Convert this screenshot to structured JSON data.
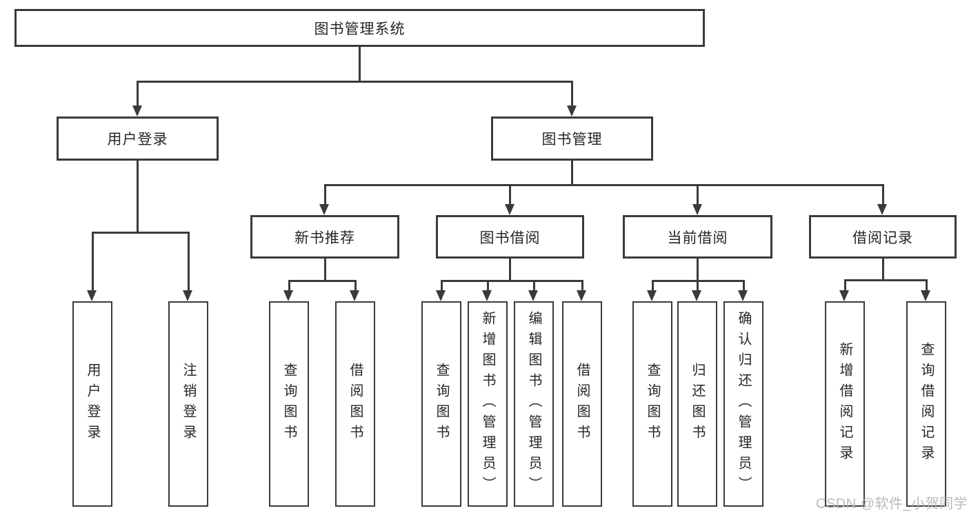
{
  "tree": {
    "label": "图书管理系统",
    "children": [
      {
        "label": "用户登录",
        "children": [
          {
            "label": "用户登录"
          },
          {
            "label": "注销登录"
          }
        ]
      },
      {
        "label": "图书管理",
        "children": [
          {
            "label": "新书推荐",
            "children": [
              {
                "label": "查询图书"
              },
              {
                "label": "借阅图书"
              }
            ]
          },
          {
            "label": "图书借阅",
            "children": [
              {
                "label": "查询图书"
              },
              {
                "label": "新增图书（管理员）"
              },
              {
                "label": "编辑图书（管理员）"
              },
              {
                "label": "借阅图书"
              }
            ]
          },
          {
            "label": "当前借阅",
            "children": [
              {
                "label": "查询图书"
              },
              {
                "label": "归还图书"
              },
              {
                "label": "确认归还（管理员）"
              }
            ]
          },
          {
            "label": "借阅记录",
            "children": [
              {
                "label": "新增借阅记录"
              },
              {
                "label": "查询借阅记录"
              }
            ]
          }
        ]
      }
    ]
  },
  "watermark": {
    "text": "CSDN @软件_小贺同学"
  },
  "colors": {
    "line": "#3a3a3a",
    "text": "#262626",
    "box_background": "#ffffff",
    "watermark": "#b3b3b3"
  }
}
